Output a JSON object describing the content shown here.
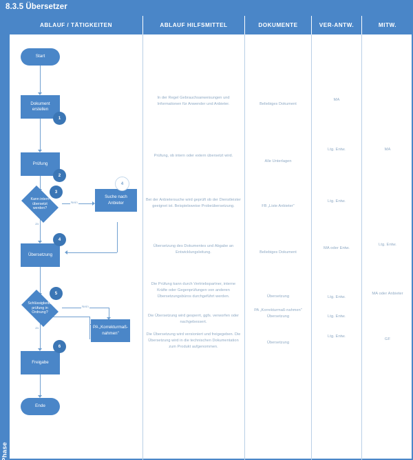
{
  "title": "8.3.5 Übersetzer",
  "phase_label": "Phase",
  "colors": {
    "brand": "#4a86c8",
    "badge": "#3b76b5",
    "connector": "#6f9fd0",
    "body_text": "#8ea9c4",
    "separator": "#b8cfe6"
  },
  "columns": [
    {
      "label": "ABLAUF / TÄTIGKEITEN"
    },
    {
      "label": "ABLAUF HILFSMITTEL"
    },
    {
      "label": "DOKUMENTE"
    },
    {
      "label": "VER-ANTW."
    },
    {
      "label": "MITW."
    }
  ],
  "flow": {
    "nodes": [
      {
        "id": "start",
        "type": "terminator",
        "label": "Start",
        "badge": ""
      },
      {
        "id": "dokument",
        "type": "process",
        "label": "Dokument\nerstellen",
        "badge": "1"
      },
      {
        "id": "pruefung",
        "type": "process",
        "label": "Prüfung",
        "badge": "2"
      },
      {
        "id": "intern",
        "type": "decision",
        "label": "Kann intern\nübersetzt\nwerden?",
        "badge": "3"
      },
      {
        "id": "suche",
        "type": "process",
        "label": "Suche nach\nAnbieter",
        "badge": "4"
      },
      {
        "id": "uebersetzung",
        "type": "process",
        "label": "Übersetzung",
        "badge": "4"
      },
      {
        "id": "schluessig",
        "type": "decision",
        "label": "Schlüssigkeits-\nprüfung in\nOrdnung?",
        "badge": "5"
      },
      {
        "id": "korrektur",
        "type": "process",
        "label": "PA „Korrekturmaß-\nnahmen\"",
        "badge": ""
      },
      {
        "id": "freigabe",
        "type": "process",
        "label": "Freigabe",
        "badge": "6"
      },
      {
        "id": "ende",
        "type": "terminator",
        "label": "Ende",
        "badge": ""
      }
    ],
    "edge_labels": {
      "intern_no": "Nein",
      "intern_yes": "Ja",
      "schluessig_no": "Nein",
      "schluessig_yes": "Ja"
    }
  },
  "rows": [
    {
      "hilfsmittel": "In der Regel Gebrauchsanweisungen und Informationen für Anwender und Anbieter.",
      "dokumente": "Beliebiges Dokument",
      "verantw": "MA",
      "mitw": ""
    },
    {
      "hilfsmittel": "Prüfung, ob intern oder extern übersetzt wird.",
      "dokumente": "Alle Unterlagen",
      "verantw": "Ltg. Entw.",
      "mitw": "MA"
    },
    {
      "hilfsmittel": "Bei der Anbietersuche wird geprüft ob der Dienstleister geeignet ist. Beispielsweise Probeübersetzung.",
      "dokumente": "FB „Liste Anbieter\"",
      "verantw": "Ltg. Entw.",
      "mitw": ""
    },
    {
      "hilfsmittel": "Übersetzung des Dokumentes und Abgabe an Entwicklungsleitung.",
      "dokumente": "Beliebiges Dokument",
      "verantw": "MA oder Entw.",
      "mitw": "Ltg. Entw."
    },
    {
      "hilfsmittel": "Die Prüfung kann durch Vertriebspartner, interne Kräfte oder Gegenprüfungen von anderen Übersetzungsbüros durchgeführt werden.",
      "dokumente": "Übersetzung",
      "verantw": "Ltg. Entw.",
      "mitw": "MA oder Anbieter"
    },
    {
      "hilfsmittel": "Die Übersetzung wird gesperrt, ggfs. verworfen oder nachgebessert.",
      "dokumente": "PA „Korrekturmaß-nahmen\"\nÜbersetzung",
      "verantw": "Ltg. Entw.",
      "mitw": ""
    },
    {
      "hilfsmittel": "Die Übersetzung wird versioniert und freigegeben. Die Übersetzung wird in die technischen Dokumentation zum Produkt aufgenommen.",
      "dokumente": "Übersetzung",
      "verantw": "Ltg. Entw.",
      "mitw": "GF"
    }
  ]
}
